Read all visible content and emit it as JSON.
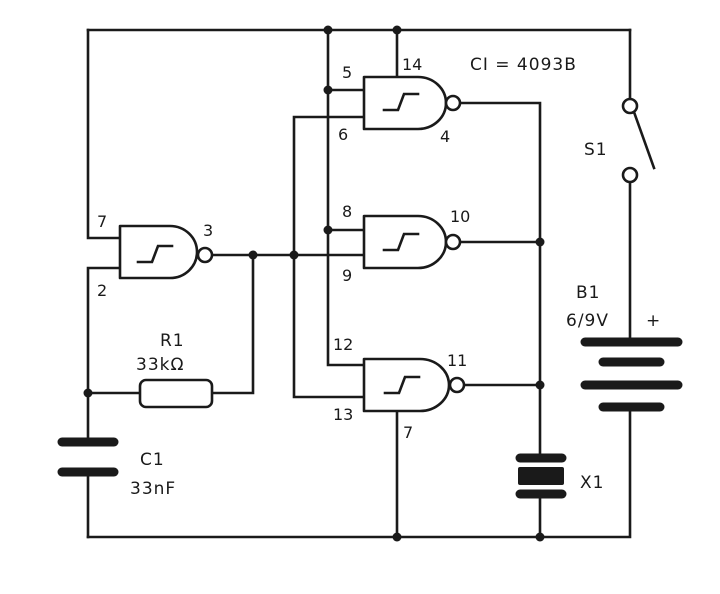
{
  "chip_label": "CI = 4093B",
  "gates": [
    {
      "id": "g1",
      "in_top": "7",
      "in_bottom": "2",
      "out": "3",
      "supply": ""
    },
    {
      "id": "g2",
      "in_top": "5",
      "in_bottom": "6",
      "out": "4",
      "supply": "14"
    },
    {
      "id": "g3",
      "in_top": "8",
      "in_bottom": "9",
      "out": "10",
      "supply": ""
    },
    {
      "id": "g4",
      "in_top": "12",
      "in_bottom": "13",
      "out": "11",
      "supply": "7"
    }
  ],
  "components": {
    "r1": {
      "name": "R1",
      "value": "33kΩ"
    },
    "c1": {
      "name": "C1",
      "value": "33nF"
    },
    "s1": {
      "name": "S1"
    },
    "b1": {
      "name": "B1",
      "value": "6/9V",
      "polarity": "+"
    },
    "x1": {
      "name": "X1"
    }
  }
}
